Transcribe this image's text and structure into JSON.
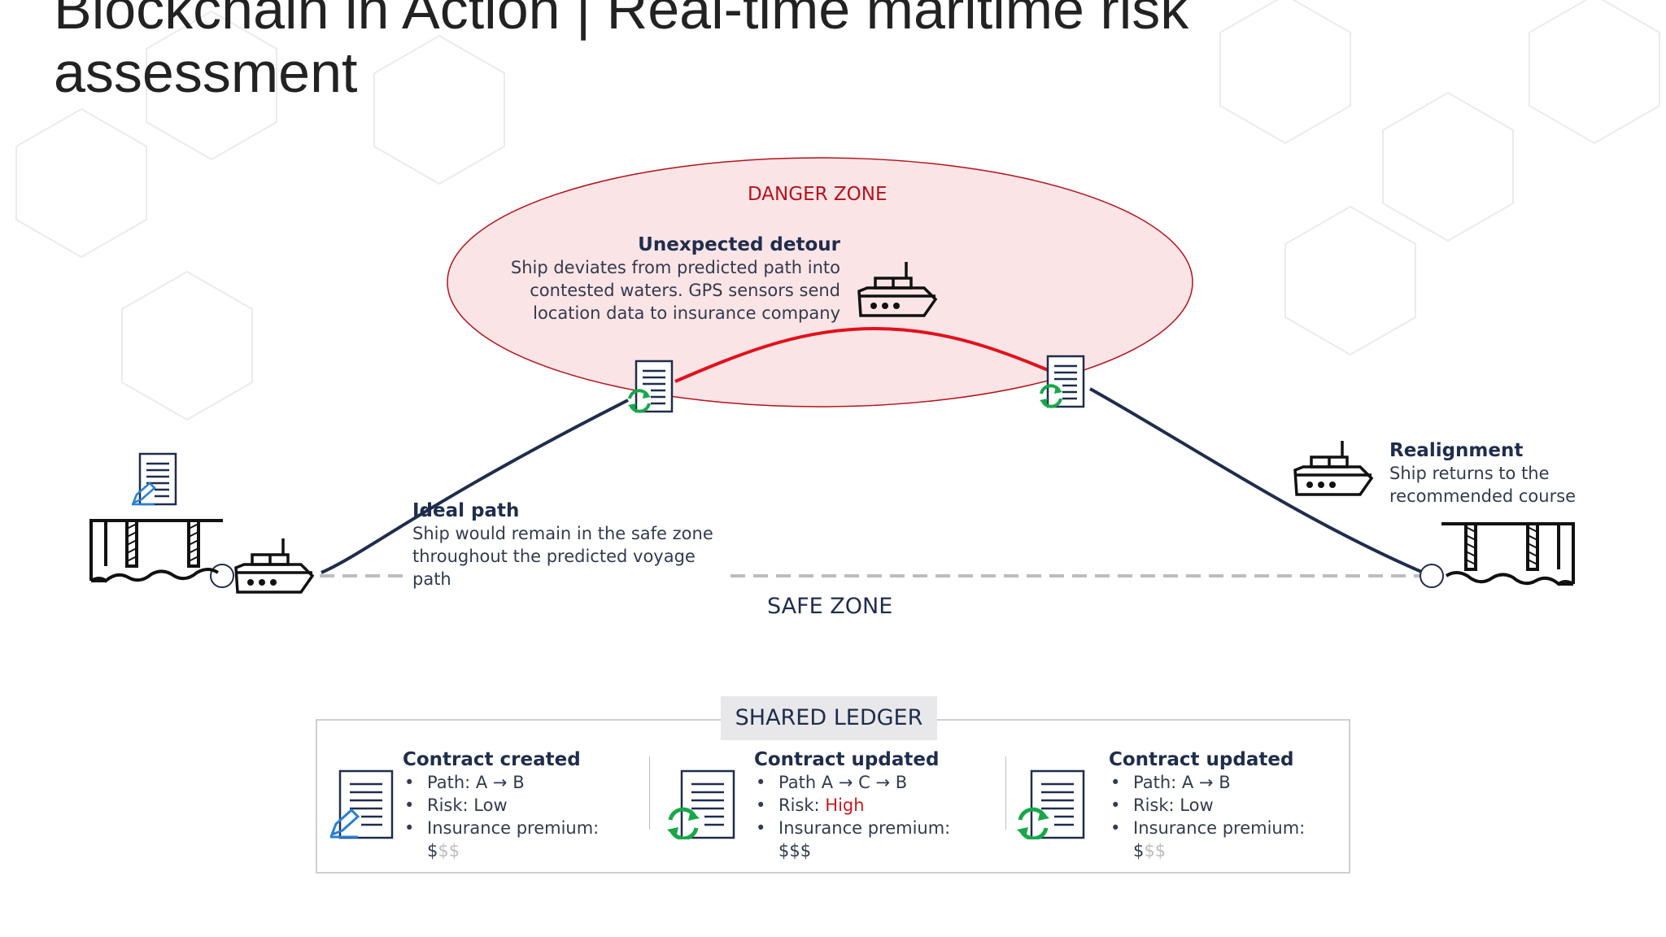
{
  "title": {
    "line1": "Blockchain in Action | Real-time maritime risk",
    "line2": "assessment"
  },
  "zones": {
    "danger": "DANGER ZONE",
    "safe": "SAFE ZONE"
  },
  "notes": {
    "detour": {
      "heading": "Unexpected detour",
      "lines": [
        "Ship deviates from predicted path into",
        "contested waters. GPS sensors send",
        "location data to insurance company"
      ]
    },
    "ideal": {
      "heading": "Ideal path",
      "lines": [
        "Ship would remain in the safe zone",
        "throughout the predicted voyage",
        "path"
      ]
    },
    "realignment": {
      "heading": "Realignment",
      "lines": [
        "Ship returns to the",
        "recommended course"
      ]
    }
  },
  "ledger": {
    "title": "SHARED LEDGER",
    "cards": [
      {
        "heading": "Contract created",
        "path": "Path: A → B",
        "risk_label": "Risk: ",
        "risk_value": "Low",
        "premium_label": "Insurance premium:",
        "premium_active": "$",
        "premium_inactive": "$$"
      },
      {
        "heading": "Contract updated",
        "path": "Path A → C → B",
        "risk_label": "Risk: ",
        "risk_value": "High",
        "premium_label": "Insurance premium:",
        "premium_active": "$$$",
        "premium_inactive": ""
      },
      {
        "heading": "Contract updated",
        "path": "Path: A → B",
        "risk_label": "Risk: ",
        "risk_value": "Low",
        "premium_label": "Insurance premium:",
        "premium_active": "$",
        "premium_inactive": "$$"
      }
    ]
  },
  "icons": [
    "document-edit-icon",
    "document-sync-icon",
    "ship-icon",
    "port-icon"
  ],
  "colors": {
    "navy": "#1f2d4d",
    "danger_red": "#b5121b",
    "danger_fill": "#fbe4e6",
    "sync_green": "#17a84a",
    "edit_blue": "#2a7fd4",
    "dash_gray": "#bdbdbd"
  }
}
